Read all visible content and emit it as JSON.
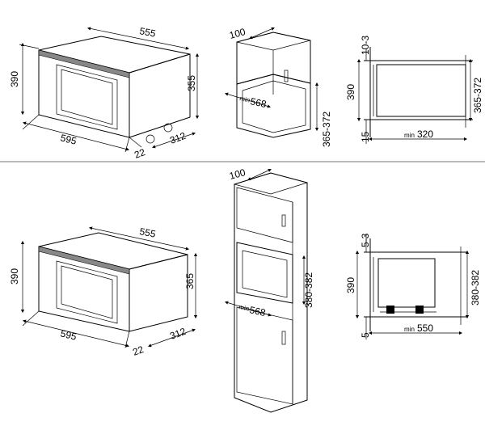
{
  "top": {
    "oven": {
      "width": "555",
      "height": "390",
      "front_height": "355",
      "front_width": "595",
      "door_depth": "22",
      "depth": "312"
    },
    "niche": {
      "top_depth": "100",
      "min_prefix": "min",
      "width": "568",
      "height": "365-372"
    },
    "side": {
      "gap_top": "10-3",
      "height": "390",
      "niche_height": "365-372",
      "gap_bottom": "15",
      "min_prefix": "min",
      "depth": "320"
    }
  },
  "bottom": {
    "oven": {
      "width": "555",
      "height": "390",
      "front_height": "365",
      "front_width": "595",
      "door_depth": "22",
      "depth": "312"
    },
    "column": {
      "top_depth": "100",
      "min_prefix": "min",
      "width": "568",
      "height": "380-382"
    },
    "side": {
      "gap_top": "5-3",
      "height": "390",
      "niche_height": "380-382",
      "gap_bottom": "5",
      "min_prefix": "min",
      "depth": "550"
    }
  }
}
